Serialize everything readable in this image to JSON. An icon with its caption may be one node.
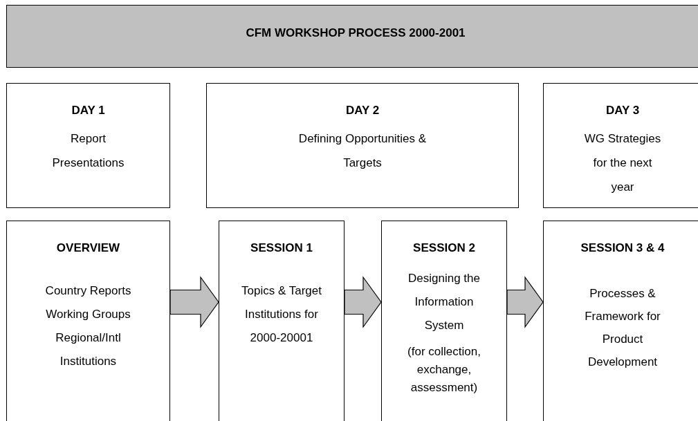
{
  "diagram": {
    "nodes": [
      {
        "text": [
          "CFM WORKSHOP PROCESS 2000-2001"
        ]
      },
      {
        "text": [
          "DAY 1",
          "Report Presentations"
        ]
      },
      {
        "text": [
          "DAY 2",
          "Defining Opportunities & Targets"
        ]
      },
      {
        "text": [
          "DAY 3",
          "WG Strategies for the next year"
        ]
      },
      {
        "text": [
          "OVERVIEW",
          "Country Reports Working Groups Regional/Intl Institutions"
        ]
      },
      {
        "text": [
          "SESSION 1",
          "Topics & Target Institutions for 2000-20001"
        ]
      },
      {
        "text": [
          "SESSION 2",
          "Designing the Information System",
          "(for collection, exchange, assessment)"
        ]
      },
      {
        "text": [
          "SESSION 3 & 4",
          "Processes & Framework for Product Development"
        ]
      }
    ],
    "edges": [
      {
        "from": 4,
        "to": 5,
        "arrow": "to"
      },
      {
        "from": 5,
        "to": 6,
        "arrow": "to"
      },
      {
        "from": 6,
        "to": 7,
        "arrow": "to"
      }
    ]
  }
}
